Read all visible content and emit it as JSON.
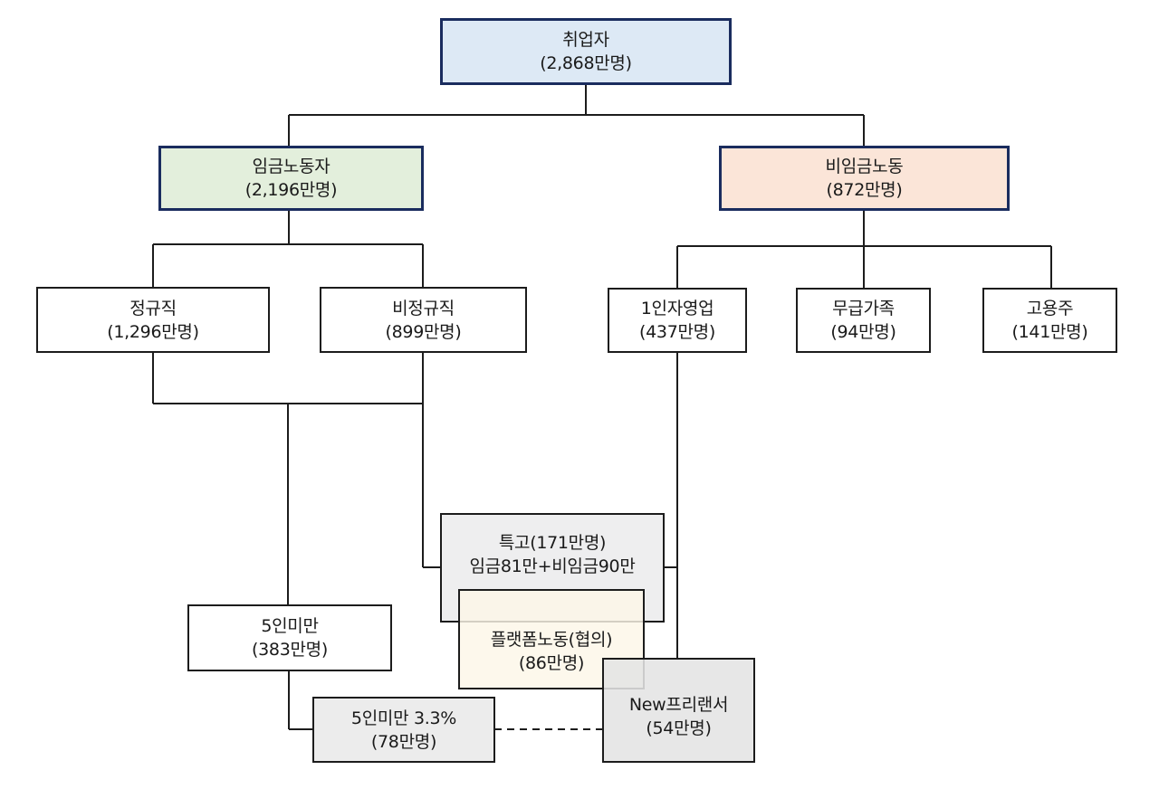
{
  "diagram": {
    "type": "org-tree",
    "nodes": {
      "employed": {
        "title": "취업자",
        "value": "(2,868만명)"
      },
      "wage_workers": {
        "title": "임금노동자",
        "value": "(2,196만명)"
      },
      "non_wage": {
        "title": "비임금노동",
        "value": "(872만명)"
      },
      "regular": {
        "title": "정규직",
        "value": "(1,296만명)"
      },
      "non_regular": {
        "title": "비정규직",
        "value": "(899만명)"
      },
      "self_employed_solo": {
        "title": "1인자영업",
        "value": "(437만명)"
      },
      "unpaid_family": {
        "title": "무급가족",
        "value": "(94만명)"
      },
      "employer": {
        "title": "고용주",
        "value": "(141만명)"
      },
      "special_employment": {
        "title": "특고(171만명)",
        "value": "임금81만+비임금90만"
      },
      "platform_labor": {
        "title": "플랫폼노동(협의)",
        "value": "(86만명)"
      },
      "under5": {
        "title": "5인미만",
        "value": "(383만명)"
      },
      "under5_33": {
        "title": "5인미만 3.3%",
        "value": "(78만명)"
      },
      "new_freelancer": {
        "title": "New프리랜서",
        "value": "(54만명)"
      }
    },
    "colors": {
      "top_border": "#1a2c5e",
      "employed_fill": "#dde9f5",
      "wage_fill": "#e3efdc",
      "non_wage_fill": "#fbe5d8",
      "special_fill": "#eeeeef",
      "platform_fill": "#fdf7e8",
      "freelancer_fill": "#e4e4e4"
    }
  }
}
